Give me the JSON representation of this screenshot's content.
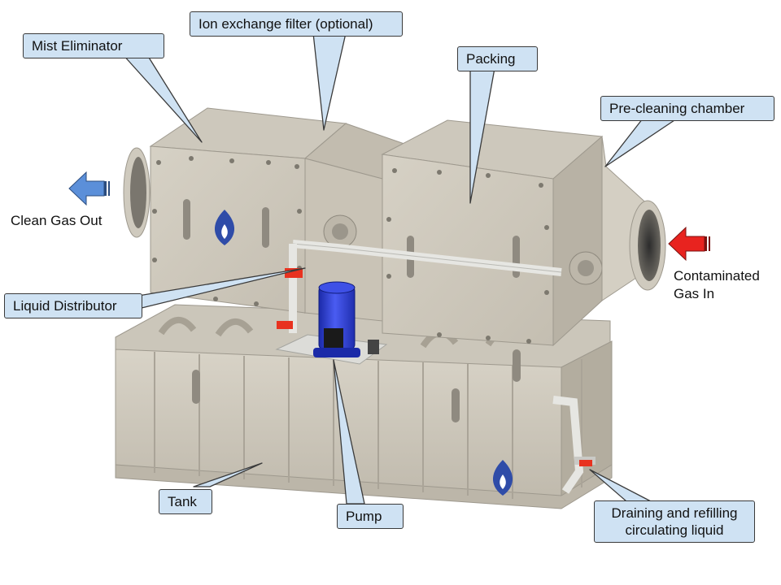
{
  "callouts": {
    "mist_eliminator": "Mist Eliminator",
    "ion_exchange": "Ion exchange filter (optional)",
    "packing": "Packing",
    "pre_cleaning": "Pre-cleaning chamber",
    "liquid_distributor": "Liquid Distributor",
    "tank": "Tank",
    "pump": "Pump",
    "draining_line1": "Draining and refilling",
    "draining_line2": "circulating liquid"
  },
  "flows": {
    "clean_out": "Clean Gas Out",
    "contaminated_line1": "Contaminated",
    "contaminated_line2": "Gas In"
  },
  "colors": {
    "callout_fill": "#cfe2f3",
    "clean_arrow": "#5b8fd9",
    "contaminated_arrow": "#e8231f",
    "body_gray": "#cbc6ba",
    "pump_blue": "#2f3fd8"
  }
}
